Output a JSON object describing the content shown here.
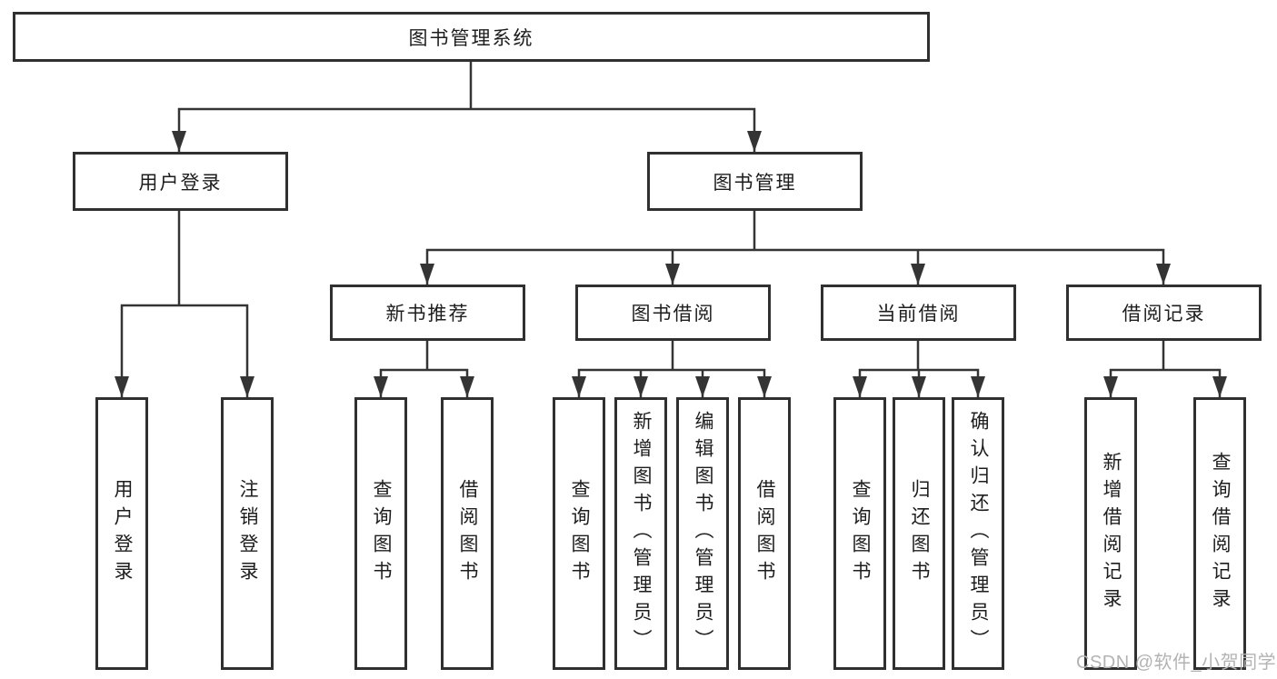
{
  "colors": {
    "background": "#ffffff",
    "line": "#343434",
    "box_border": "#303030",
    "text": "#1d1d1d",
    "watermark": "#b3b3b3"
  },
  "watermark": {
    "text": "CSDN @软件_小贺同学"
  },
  "tree": {
    "label": "图书管理系统",
    "children": [
      {
        "label": "用户登录",
        "children": [
          {
            "label": "用户登录"
          },
          {
            "label": "注销登录"
          }
        ]
      },
      {
        "label": "图书管理",
        "children": [
          {
            "label": "新书推荐",
            "children": [
              {
                "label": "查询图书"
              },
              {
                "label": "借阅图书"
              }
            ]
          },
          {
            "label": "图书借阅",
            "children": [
              {
                "label": "查询图书"
              },
              {
                "label": "新增图书（管理员）"
              },
              {
                "label": "编辑图书（管理员）"
              },
              {
                "label": "借阅图书"
              }
            ]
          },
          {
            "label": "当前借阅",
            "children": [
              {
                "label": "查询图书"
              },
              {
                "label": "归还图书"
              },
              {
                "label": "确认归还（管理员）"
              }
            ]
          },
          {
            "label": "借阅记录",
            "children": [
              {
                "label": "新增借阅记录"
              },
              {
                "label": "查询借阅记录"
              }
            ]
          }
        ]
      }
    ]
  }
}
